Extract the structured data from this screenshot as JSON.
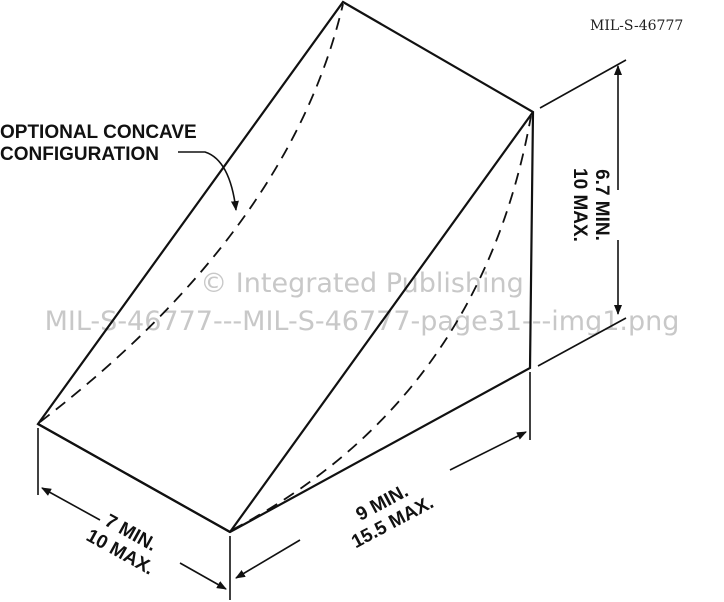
{
  "document_id": "MIL-S-46777",
  "callout": {
    "line1": "OPTIONAL CONCAVE",
    "line2": "CONFIGURATION"
  },
  "dimensions": {
    "height": {
      "min": "6.7 MIN.",
      "max": "10 MAX."
    },
    "width": {
      "min": "7 MIN.",
      "max": "10 MAX."
    },
    "length": {
      "min": "9 MIN.",
      "max": "15.5 MAX."
    }
  },
  "watermark": {
    "line1": "© Integrated Publishing",
    "line2": "MIL-S-46777---MIL-S-46777-page31---img1.png"
  }
}
